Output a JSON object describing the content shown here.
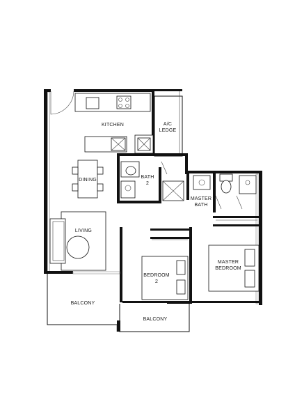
{
  "rooms": {
    "kitchen": "KITCHEN",
    "ac_ledge_line1": "A/C",
    "ac_ledge_line2": "LEDGE",
    "dining": "DINING",
    "bath2_line1": "BATH",
    "bath2_line2": "2",
    "master_bath_line1": "MASTER",
    "master_bath_line2": "BATH",
    "living": "LIVING",
    "bedroom2_line1": "BEDROOM",
    "bedroom2_line2": "2",
    "master_bedroom_line1": "MASTER",
    "master_bedroom_line2": "BEDROOM",
    "balcony_left": "BALCONY",
    "balcony_bottom": "BALCONY"
  },
  "colors": {
    "wall": "#111111",
    "line": "#444444",
    "background": "#ffffff"
  }
}
